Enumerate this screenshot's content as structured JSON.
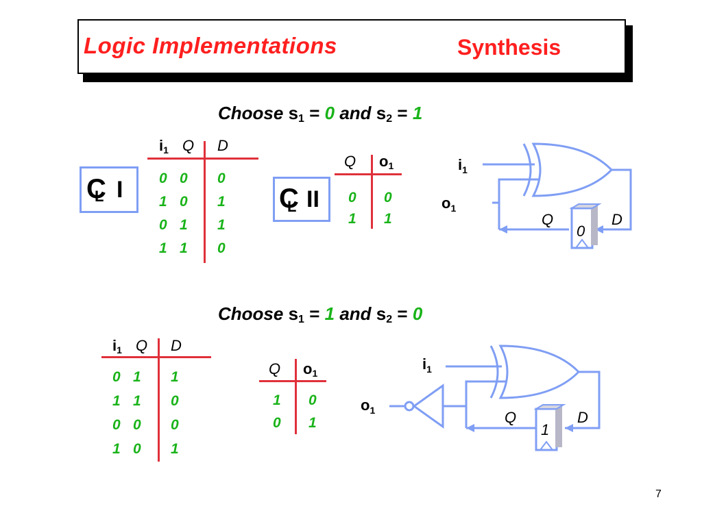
{
  "slide": {
    "title": "Logic Implementations",
    "section": "Synthesis",
    "page_number": "7"
  },
  "case1": {
    "choose_word": "Choose",
    "s": "s",
    "sub1": "1",
    "sub2": "2",
    "eq": "=",
    "and_word": "and",
    "s1_value": "0",
    "s2_value": "1",
    "table1": {
      "headers": {
        "i": "i",
        "i_sub": "1",
        "q": "Q",
        "d": "D"
      },
      "rows": [
        [
          "0",
          "0",
          "0"
        ],
        [
          "1",
          "0",
          "1"
        ],
        [
          "0",
          "1",
          "1"
        ],
        [
          "1",
          "1",
          "0"
        ]
      ]
    },
    "cl1_label": "I",
    "cl2_label": "II",
    "table2": {
      "headers": {
        "q": "Q",
        "o": "o",
        "o_sub": "1"
      },
      "rows": [
        [
          "0",
          "0"
        ],
        [
          "1",
          "1"
        ]
      ]
    },
    "circuit": {
      "i_label": "i",
      "o_label": "o",
      "sub": "1",
      "q_label": "Q",
      "d_label": "D",
      "ff_value": "0"
    }
  },
  "case2": {
    "choose_word": "Choose",
    "s": "s",
    "sub1": "1",
    "sub2": "2",
    "eq": "=",
    "and_word": "and",
    "s1_value": "1",
    "s2_value": "0",
    "table1": {
      "headers": {
        "i": "i",
        "i_sub": "1",
        "q": "Q",
        "d": "D"
      },
      "rows": [
        [
          "0",
          "1",
          "1"
        ],
        [
          "1",
          "1",
          "0"
        ],
        [
          "0",
          "0",
          "0"
        ],
        [
          "1",
          "0",
          "1"
        ]
      ]
    },
    "table2": {
      "headers": {
        "q": "Q",
        "o": "o",
        "o_sub": "1"
      },
      "rows": [
        [
          "1",
          "0"
        ],
        [
          "0",
          "1"
        ]
      ]
    },
    "circuit": {
      "i_label": "i",
      "o_label": "o",
      "sub": "1",
      "q_label": "Q",
      "d_label": "D",
      "ff_value": "1"
    }
  },
  "colors": {
    "title_red": "#ff1f1f",
    "value_green": "#19b319",
    "table_line_red": "#e0303a",
    "circuit_blue": "#7f9ef4"
  }
}
